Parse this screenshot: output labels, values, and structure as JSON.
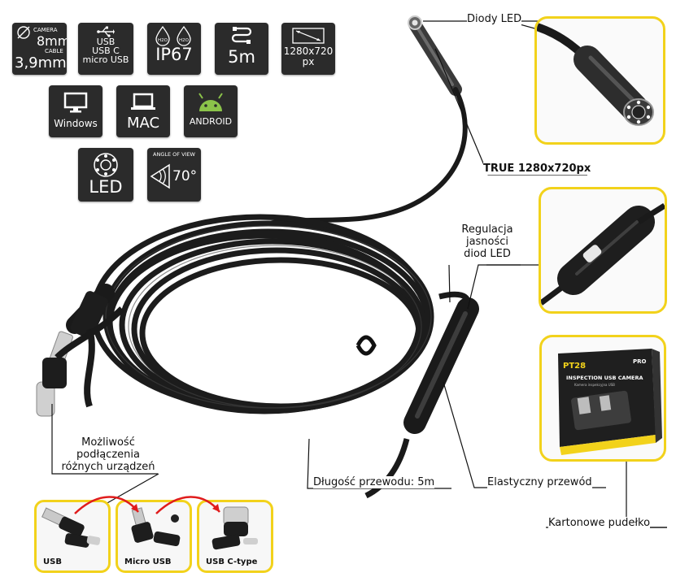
{
  "specs": {
    "camera_label": "CAMERA",
    "camera_value": "8mm",
    "cable_label": "CABLE",
    "cable_value": "3,9mm",
    "usb_line1": "USB",
    "usb_line2": "USB C",
    "usb_line3": "micro USB",
    "ip_rating": "IP67",
    "length": "5m",
    "resolution_line1": "1280x720",
    "resolution_line2": "px",
    "os_windows": "Windows",
    "os_mac": "MAC",
    "os_android": "ANDROID",
    "led": "LED",
    "angle_label": "ANGLE OF VIEW",
    "angle_value": "70°",
    "h2o": "H2O"
  },
  "callouts": {
    "diody_led": "Diody LED",
    "true_res": "TRUE 1280x720px",
    "regulacja_1": "Regulacja",
    "regulacja_2": "jasności",
    "regulacja_3": "diod LED",
    "mozliwosc_1": "Możliwość",
    "mozliwosc_2": "podłączenia",
    "mozliwosc_3": "różnych urządzeń",
    "dlugosc": "Długość przewodu: 5m",
    "elastyczny": "Elastyczny przewód",
    "kartonowe": "Kartonowe pudełko"
  },
  "connectors": [
    {
      "caption": "USB"
    },
    {
      "caption": "Micro USB"
    },
    {
      "caption": "USB C-type"
    }
  ],
  "box": {
    "model": "PT28",
    "brand": "PRO",
    "title": "INSPECTION USB CAMERA",
    "subtitle": "Kamera inspekcyjna USB"
  },
  "colors": {
    "accent_yellow": "#f2d21b",
    "tile_dark": "#2b2b2b",
    "android_green": "#8bc34a",
    "cable_black": "#1a1a1a"
  }
}
